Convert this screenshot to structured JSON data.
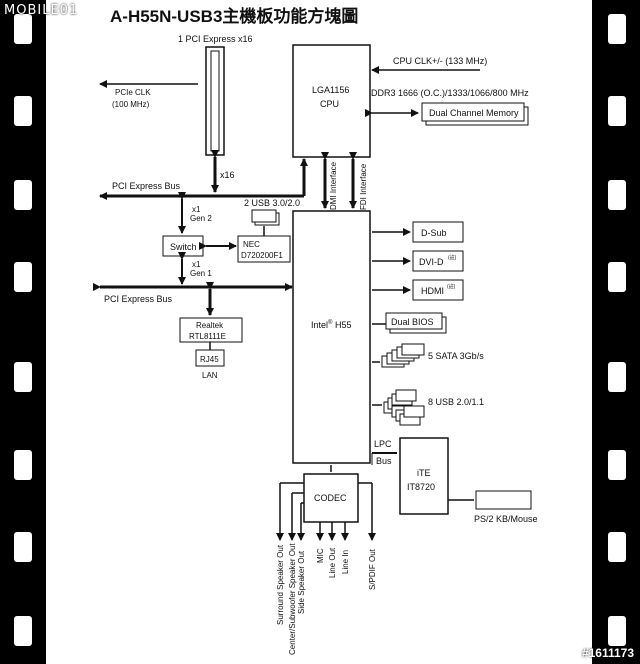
{
  "watermark": "MOBILE01",
  "photo_id": "#1611173",
  "title": "A-H55N-USB3主機板功能方塊圖",
  "pci_x16_label": "1 PCI Express x16",
  "pcie_clk_line1": "PCIe CLK",
  "pcie_clk_line2": "(100 MHz)",
  "x16_label": "x16",
  "cpu_block": {
    "line1": "LGA1156",
    "line2": "CPU"
  },
  "cpu_clk": "CPU CLK+/- (133 MHz)",
  "ddr3": "DDR3 1666 (O.C.)/1333/1066/800 MHz",
  "dual_channel": "Dual Channel Memory",
  "dmi": "DMI Interface",
  "fdi": "FDI Interface",
  "pci_bus_top": "PCI Express Bus",
  "pci_bus_bottom": "PCI Express Bus",
  "x1_gen2": {
    "line1": "x1",
    "line2": "Gen 2"
  },
  "x1_gen1": {
    "line1": "x1",
    "line2": "Gen 1"
  },
  "usb30": "2 USB 3.0/2.0",
  "switch": "Switch",
  "nec": {
    "line1": "NEC",
    "line2": "D720200F1"
  },
  "realtek": {
    "line1": "Realtek",
    "line2": "RTL8111E"
  },
  "rj45": "RJ45",
  "lan": "LAN",
  "h55": {
    "name": "Intel",
    "sup": "®",
    "model": " H55"
  },
  "outputs": {
    "dsub": "D-Sub",
    "dvi": "DVI-D",
    "hdmi": "HDMI",
    "note": "(註)"
  },
  "dual_bios": "Dual BIOS",
  "sata": "5 SATA 3Gb/s",
  "usb20": "8 USB 2.0/1.1",
  "lpc": {
    "line1": "LPC",
    "line2": "Bus"
  },
  "ite": {
    "line1": "iTE",
    "line2": "IT8720"
  },
  "ps2": "PS/2 KB/Mouse",
  "codec": "CODEC",
  "audio": {
    "surround": "Surround Speaker Out",
    "center": "Center/Subwoofer Speaker Out",
    "side": "Side Speaker Out",
    "mic": "MIC",
    "lineout": "Line Out",
    "linein": "Line In",
    "spdif": "S/PDIF Out"
  }
}
